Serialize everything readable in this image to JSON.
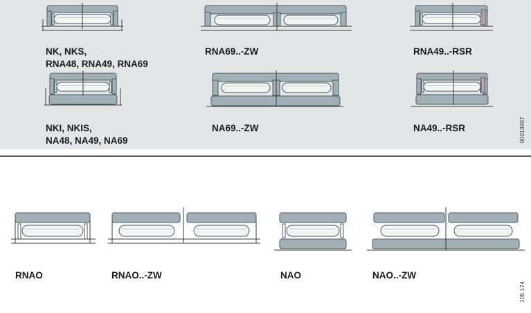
{
  "colors": {
    "panel_bg": "#e4e5e6",
    "ring_fill": "#9fb0b6",
    "ring_stroke": "#4a5a60",
    "roller_fill": "#f2f5f6",
    "line": "#3a3a3a"
  },
  "top_panel": {
    "labels": {
      "nk": [
        "NK, NKS,",
        "RNA48, RNA49, RNA69"
      ],
      "rna69_zw": "RNA69..-ZW",
      "rna49_rsr": "RNA49..-RSR",
      "nki": [
        "NKI, NKIS,",
        "NA48, NA49, NA69"
      ],
      "na69_zw": "NA69..-ZW",
      "na49_rsr": "NA49..-RSR"
    },
    "figure_code": "00013907"
  },
  "bottom_panel": {
    "labels": {
      "rnao": "RNAO",
      "rnao_zw": "RNAO..-ZW",
      "nao": "NAO",
      "nao_zw": "NAO..-ZW"
    },
    "figure_code": "105 174"
  }
}
